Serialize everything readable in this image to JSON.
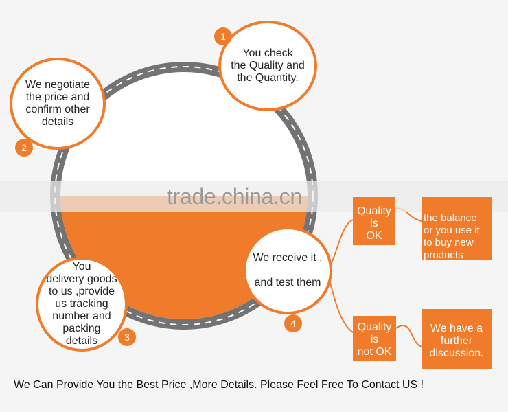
{
  "steps": [
    {
      "number": "1",
      "text": "You check\nthe Quality and\nthe Quantity."
    },
    {
      "number": "2",
      "text": "We negotiate\nthe price and\nconfirm other\ndetails"
    },
    {
      "number": "3",
      "text": "You\ndelivery goods\nto us ,provide\nus tracking\nnumber and\npacking\ndetails"
    },
    {
      "number": "4",
      "text": "We receive it ,\n\nand test them"
    }
  ],
  "outcomes": {
    "ok": {
      "condition": "Quality\nis\nOK",
      "action": "the balance\nor you use it\nto buy new\nproducts"
    },
    "not_ok": {
      "condition": "Quality\nis\nnot OK",
      "action": "We have a\nfurther\ndiscussion."
    }
  },
  "watermark": "trade.china.cn",
  "footer": "We Can Provide You the Best Price ,More Details. Please Feel Free To Contact US !",
  "colors": {
    "accent": "#f07b2b",
    "road": "#737373",
    "background": "#f5f5f5"
  }
}
